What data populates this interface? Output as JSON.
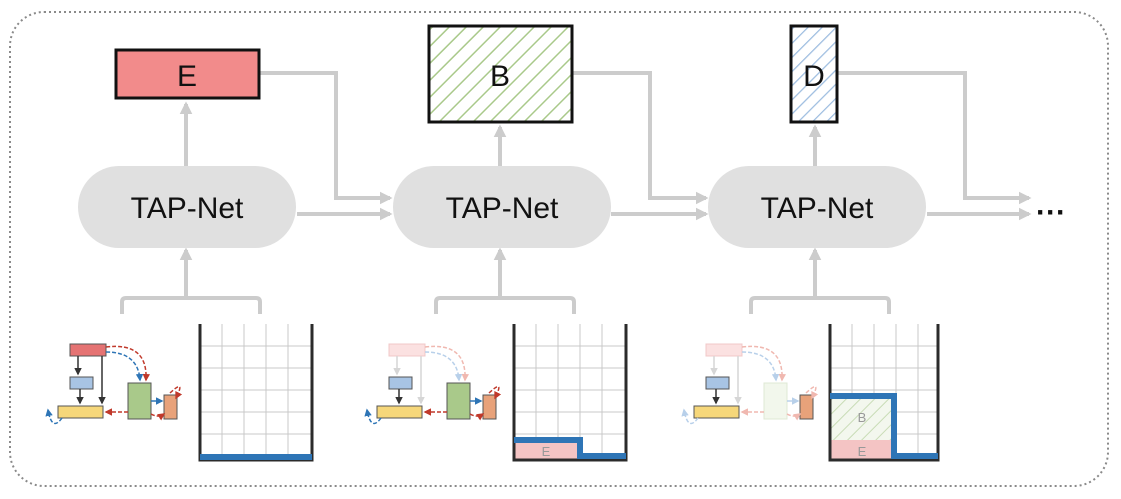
{
  "net_label": "TAP-Net",
  "ellipsis": "···",
  "steps": [
    {
      "output_box": "E",
      "output_color": "#f28b8b",
      "pattern": "solid"
    },
    {
      "output_box": "B",
      "output_color": "#9bc27a",
      "pattern": "green-hatch"
    },
    {
      "output_box": "D",
      "output_color": "#7fa8d0",
      "pattern": "blue-hatch"
    }
  ],
  "packed_labels": {
    "step2_bottom": "E",
    "step3_bottom": "E",
    "step3_top": "B"
  },
  "colors": {
    "arrow": "#cccccc",
    "net": "#e0e0e0",
    "container_edge": "#2b2b2b",
    "placed_edge": "#2e75b6",
    "red": "#f28b8b",
    "yellow": "#f6d77a",
    "green": "#a9c98a",
    "blue": "#a8c4e4",
    "orange": "#e8a27a"
  }
}
